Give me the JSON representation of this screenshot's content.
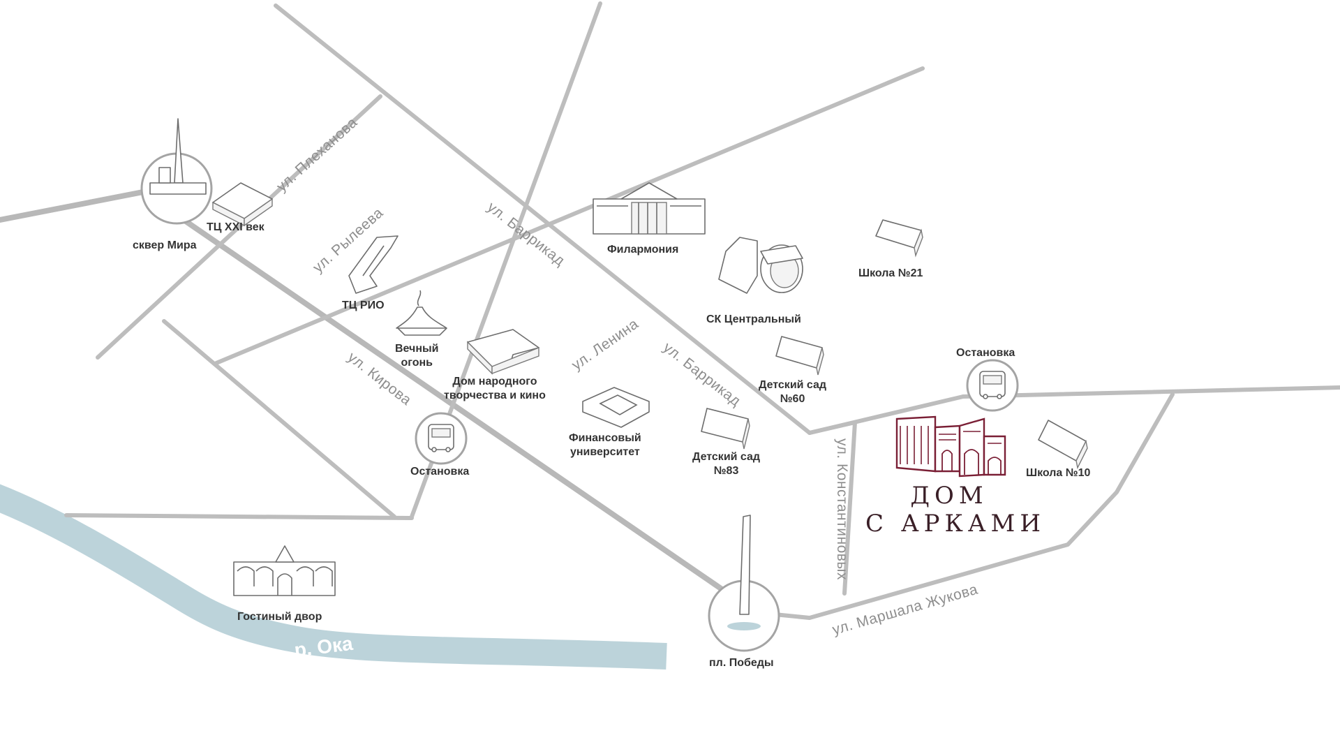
{
  "river": {
    "name": "р. Ока"
  },
  "streets": {
    "plekhanova": "ул. Плеханова",
    "ryleeva": "ул. Рылеева",
    "barrikad_north": "ул. Баррикад",
    "barrikad_south": "ул. Баррикад",
    "lenina": "ул. Ленина",
    "kirova": "ул. Кирова",
    "konstantinovykh": "ул. Константиновых",
    "zhukova": "ул. Маршала Жукова"
  },
  "places": {
    "skver_mira": "сквер Мира",
    "tc_xxi": "ТЦ XXI век",
    "tc_rio": "ТЦ РИО",
    "vechny_ogon_line1": "Вечный",
    "vechny_ogon_line2": "огонь",
    "dom_tvorchestva_line1": "Дом народного",
    "dom_tvorchestva_line2": "творчества и кино",
    "filarmoniya": "Филармония",
    "sk_centralny": "СК Центральный",
    "shkola_21": "Школа №21",
    "detsad_60_line1": "Детский сад",
    "detsad_60_line2": "№60",
    "detsad_83_line1": "Детский сад",
    "detsad_83_line2": "№83",
    "fin_univer_line1": "Финансовый",
    "fin_univer_line2": "университет",
    "ostanovka_west": "Остановка",
    "ostanovka_east": "Остановка",
    "shkola_10": "Школа №10",
    "gostiny_dvor": "Гостиный двор",
    "pl_pobedy": "пл. Победы"
  },
  "brand": {
    "line1": "ДОМ",
    "line2": "С АРКАМИ"
  },
  "colors": {
    "road": "#bdbdbd",
    "river": "#bcd3da",
    "brand_building": "#7a1f35",
    "brand_text": "#3a1f27",
    "label": "#333333",
    "street_label": "#8e8e8e"
  },
  "icons": {
    "bus_stop": "bus-icon",
    "monument": "obelisk-icon",
    "building": "building-sketch-icon"
  }
}
